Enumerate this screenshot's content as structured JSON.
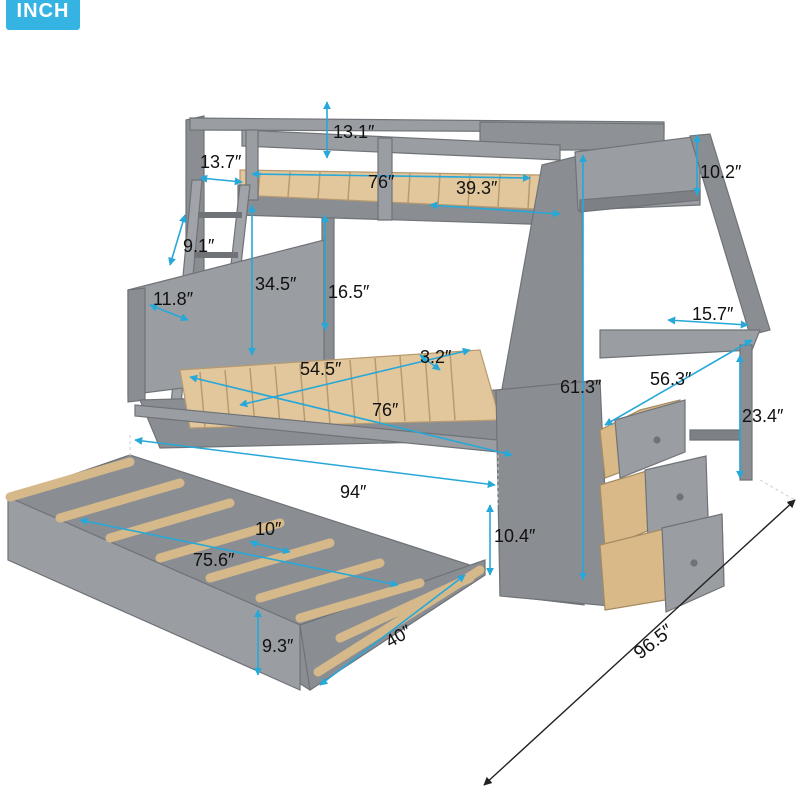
{
  "badge": "INCH",
  "dimensions": {
    "guard_height": "13.1″",
    "top_rail_depth": "13.7″",
    "top_length": "76″",
    "top_width": "39.3″",
    "shelf_height": "10.2″",
    "ladder_step": "9.1″",
    "upper_clearance": "34.5″",
    "top_guard_gap": "16.5″",
    "ladder_width": "11.8″",
    "bottom_width": "54.5″",
    "slat_gap": "3.2″",
    "bottom_length": "76″",
    "overall_height": "61.3″",
    "desk_width": "56.3″",
    "desk_depth": "15.7″",
    "desk_height": "23.4″",
    "overall_length": "94″",
    "trundle_clearance": "10.4″",
    "trundle_slat_gap": "10″",
    "trundle_length": "75.6″",
    "trundle_height": "9.3″",
    "trundle_width": "40″",
    "overall_depth": "96.5″"
  },
  "colors": {
    "frame": "#8a8e93",
    "wood": "#e2c79d",
    "arrow": "#26a8d8",
    "badge": "#35b3e3"
  }
}
